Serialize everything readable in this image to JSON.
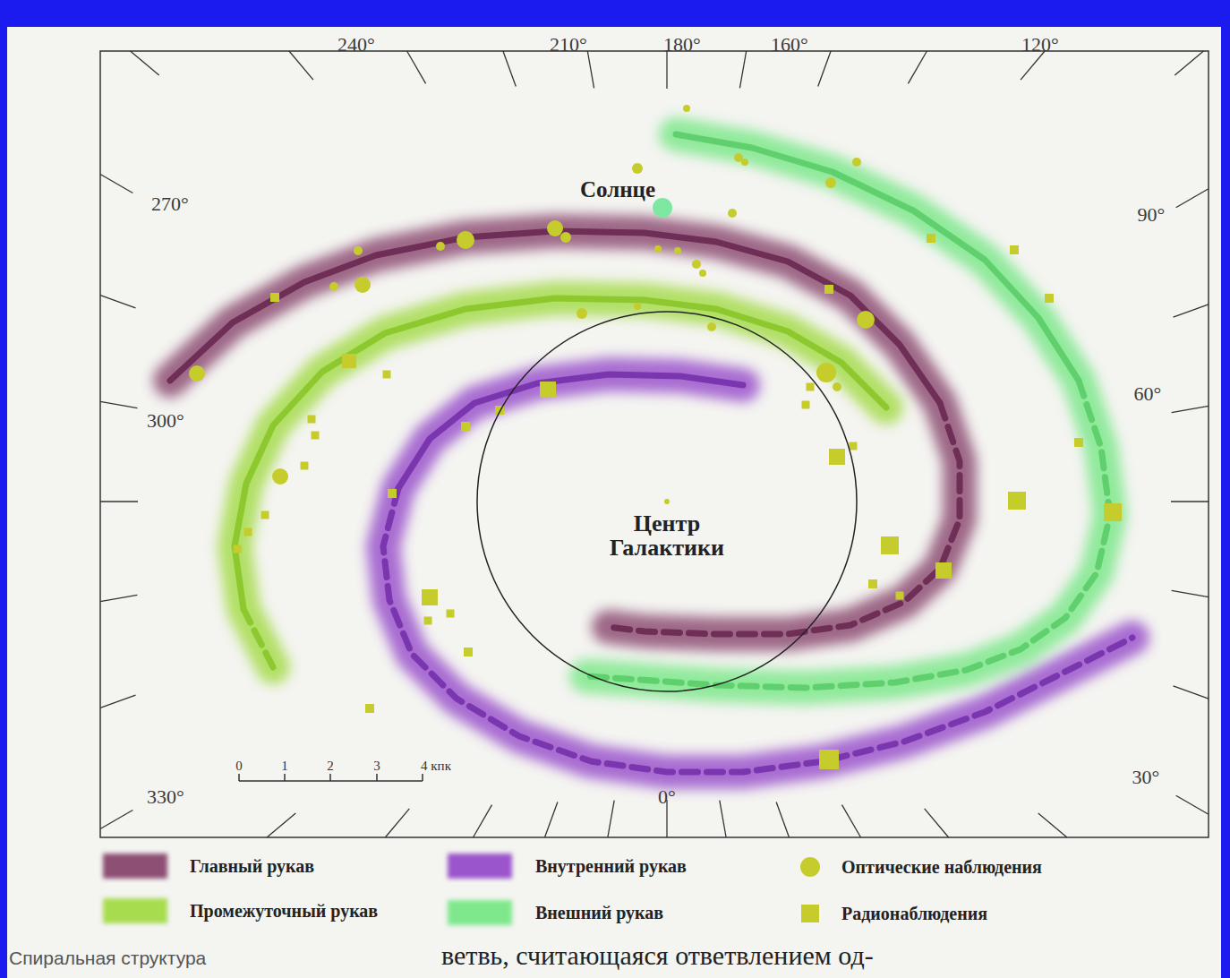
{
  "diagram": {
    "nodes": [
      {
        "text": [
          "Центр Галактики"
        ]
      }
    ],
    "labels": [
      "240°",
      "210°",
      "180°",
      "160°",
      "120°",
      "270°",
      "90°",
      "300°",
      "60°",
      "330°",
      "0°",
      "30°",
      "Солнце",
      "0",
      "1",
      "2",
      "3",
      "4 кпк",
      "Спиральная структура",
      "ветвь, считающаяся ответвлением од-"
    ],
    "legend": [
      {
        "text": "Главный рукав",
        "color": "#8e4f74"
      },
      {
        "text": "Внутренний рукав",
        "color": "#9b55cc"
      },
      {
        "text": "Оптические наблюдения"
      },
      {
        "text": "Промежуточный рукав",
        "color": "#a6dc4e"
      },
      {
        "text": "Внешний рукав",
        "color": "#7fe88c"
      },
      {
        "text": "Радионаблюдения"
      }
    ]
  }
}
